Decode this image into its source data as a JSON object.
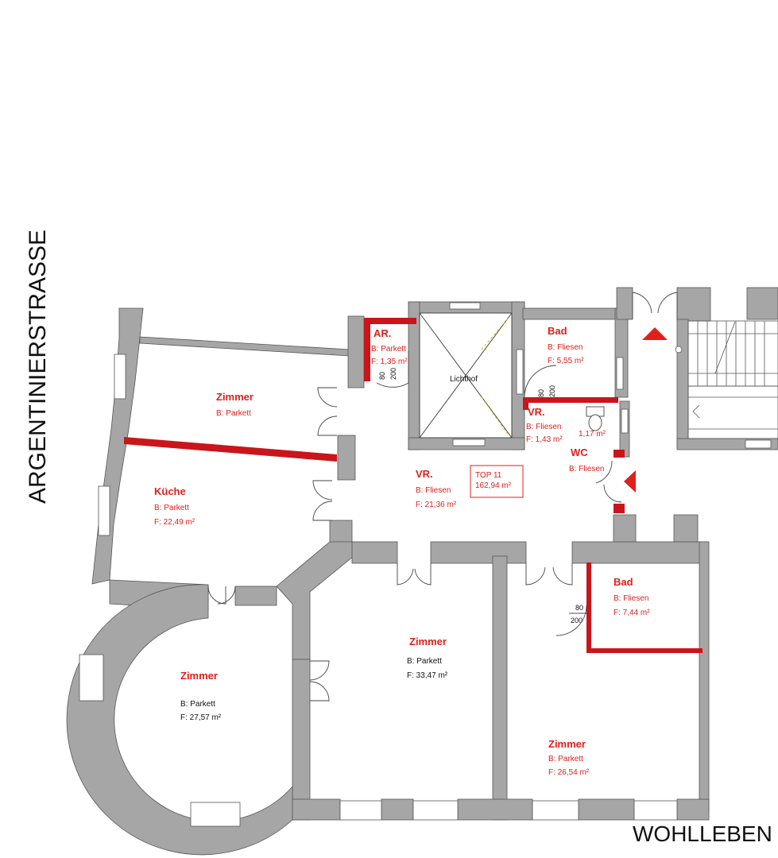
{
  "streets": {
    "west": "ARGENTINIERSTRASSE",
    "south": "WOHLLEBEN"
  },
  "lichthof_label": "Lichthof",
  "unit": {
    "title": "TOP 11",
    "area": "162,94 m²"
  },
  "rooms": {
    "ar": {
      "name": "AR.",
      "floor": "B: Parkett",
      "area": "F: 1,35 m²"
    },
    "bad_top": {
      "name": "Bad",
      "floor": "B: Fliesen",
      "area": "F: 5,55 m²"
    },
    "vr_small": {
      "name": "VR.",
      "floor": "B: Fliesen",
      "area": "F: 1,43 m²"
    },
    "wc": {
      "name": "WC",
      "floor": "B: Fliesen",
      "area": "1,17 m²"
    },
    "zimmer_top": {
      "name": "Zimmer",
      "floor": "B: Parkett"
    },
    "kueche": {
      "name": "Küche",
      "floor": "B: Parkett",
      "area": "F: 22,49 m²"
    },
    "vr_main": {
      "name": "VR.",
      "floor": "B: Fliesen",
      "area": "F: 21,36 m²"
    },
    "zimmer_round": {
      "name": "Zimmer",
      "floor": "B: Parkett",
      "area": "F: 27,57 m²"
    },
    "zimmer_mid": {
      "name": "Zimmer",
      "floor": "B: Parkett",
      "area": "F: 33,47 m²"
    },
    "bad_right": {
      "name": "Bad",
      "floor": "B: Fliesen",
      "area": "F: 7,44 m²"
    },
    "zimmer_right": {
      "name": "Zimmer",
      "floor": "B: Parkett",
      "area": "F: 26,54 m²"
    }
  },
  "door_dims": {
    "ar": {
      "w": "80",
      "h": "200"
    },
    "bad": {
      "w": "80",
      "h": "200"
    },
    "bad_right": {
      "w": "80",
      "h": "200"
    }
  },
  "colors": {
    "wall": "#a6a6a6",
    "accent": "#e0201b",
    "red_wall": "#c8161b"
  }
}
